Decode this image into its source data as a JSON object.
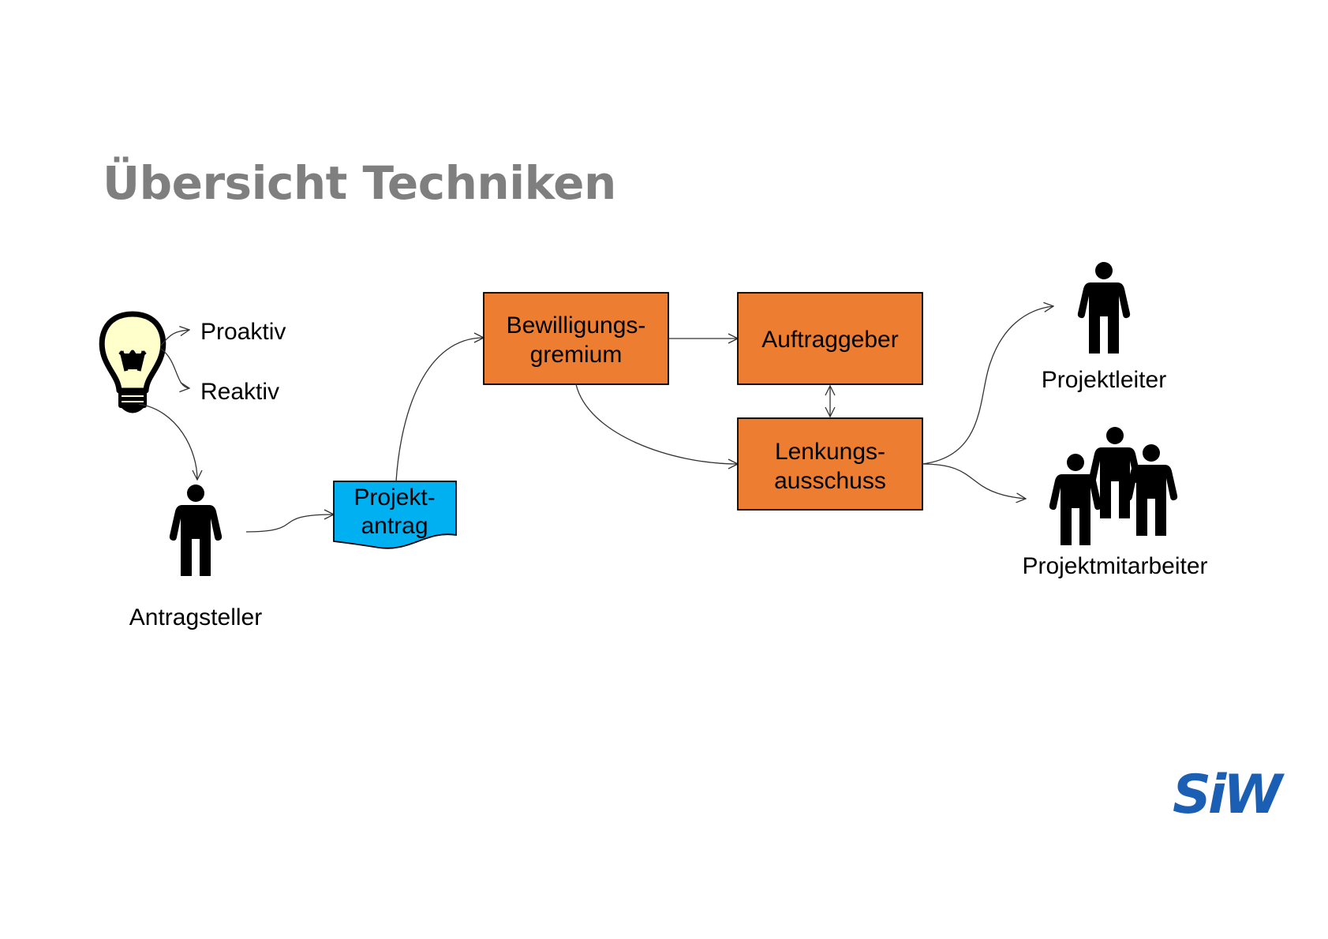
{
  "title": "Übersicht Techniken",
  "idea": {
    "branch_top": "Proaktiv",
    "branch_bottom": "Reaktiv"
  },
  "nodes": {
    "applicant": "Antragsteller",
    "proposal_line1": "Projekt-",
    "proposal_line2": "antrag",
    "approval_line1": "Bewilligungs-",
    "approval_line2": "gremium",
    "client": "Auftraggeber",
    "steering_line1": "Lenkungs-",
    "steering_line2": "ausschuss",
    "project_manager": "Projektleiter",
    "project_staff": "Projektmitarbeiter"
  },
  "logo": {
    "text": "SiW",
    "color": "#1a5fb4"
  },
  "colors": {
    "title": "#7f7f7f",
    "box_orange": "#ed7d31",
    "document_blue": "#00b0f0",
    "bulb_fill": "#ffffcc"
  }
}
